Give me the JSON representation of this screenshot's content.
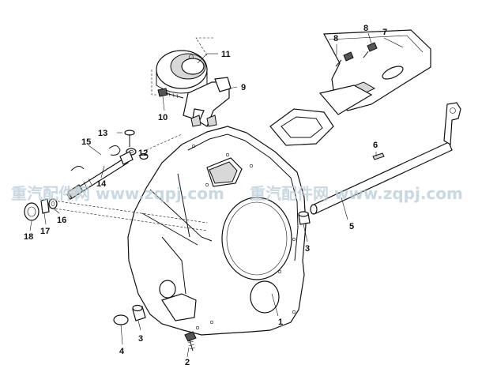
{
  "watermark": {
    "text_left": "重汽配件网 www.zqpj.com",
    "text_right": "重汽配件网 www.zqpj.com"
  },
  "callouts": [
    "1",
    "2",
    "3",
    "3",
    "4",
    "5",
    "6",
    "7",
    "8",
    "8",
    "9",
    "10",
    "11",
    "12",
    "13",
    "14",
    "15",
    "16",
    "17",
    "18"
  ]
}
